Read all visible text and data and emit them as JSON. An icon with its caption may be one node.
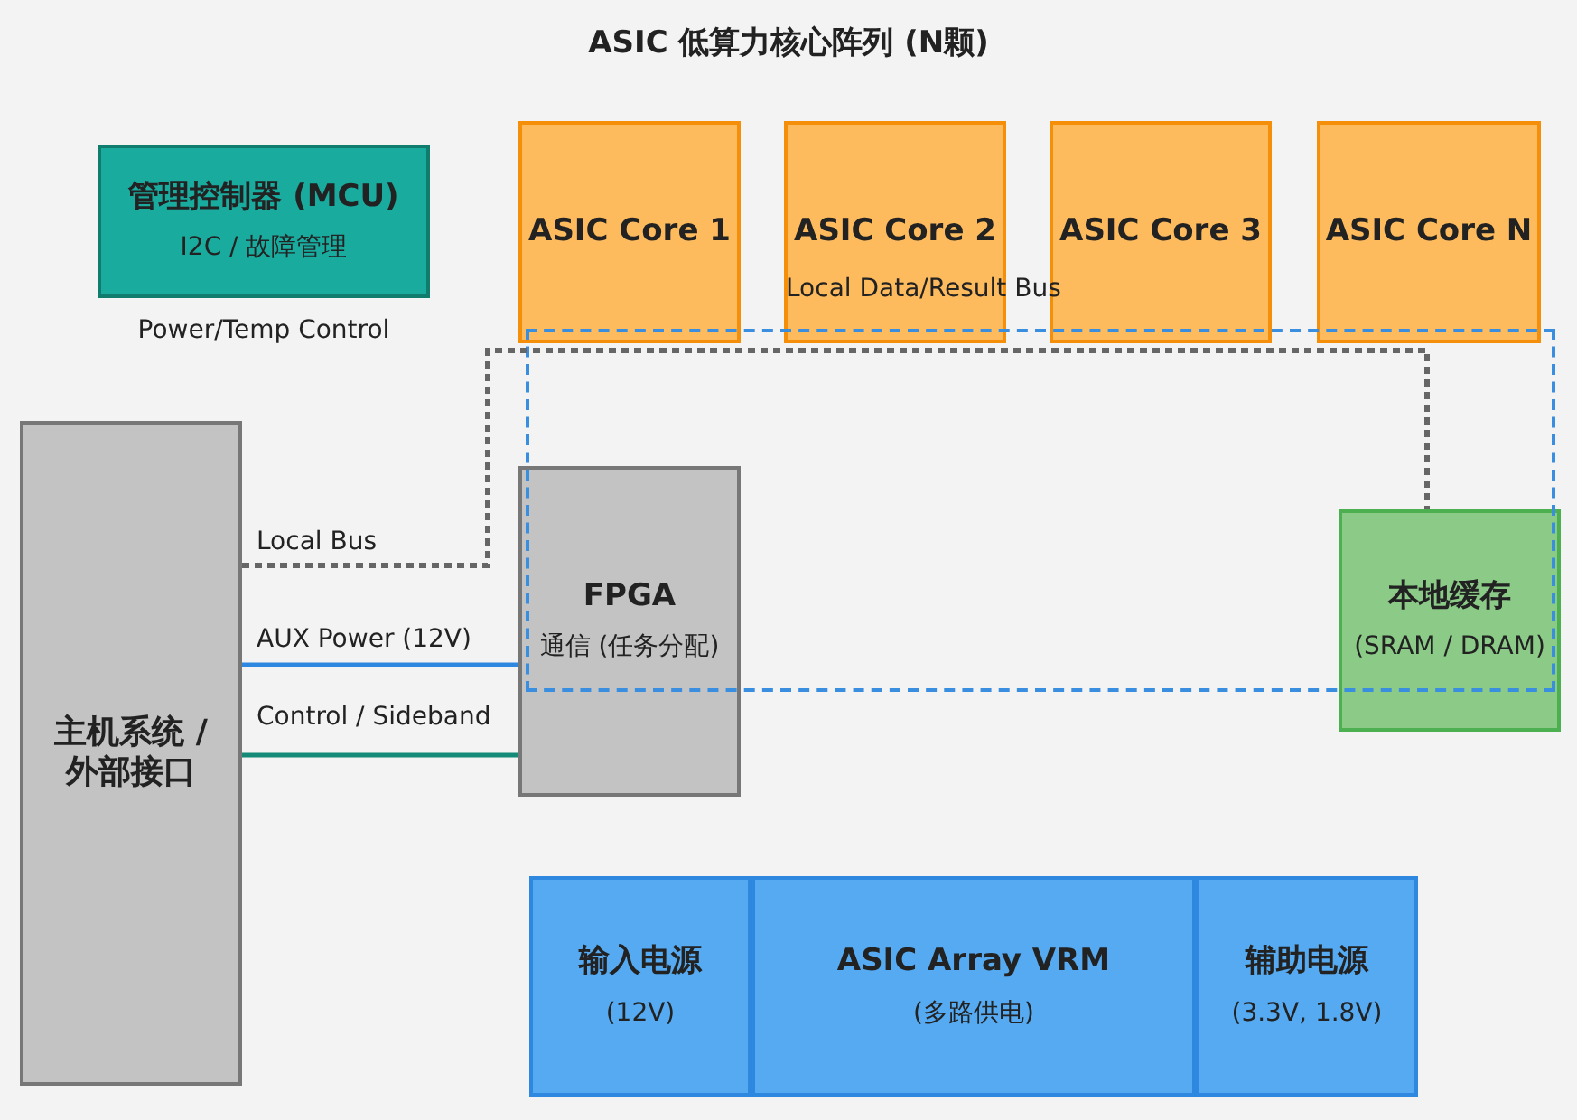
{
  "diagram": {
    "title": "ASIC 低算力核心阵列 (N颗)",
    "nodes": [
      {
        "text": [
          "管理控制器 (MCU)",
          "I2C / 故障管理"
        ],
        "beside": [
          "Power/Temp Control"
        ]
      },
      {
        "text": [
          "ASIC Core 1"
        ]
      },
      {
        "text": [
          "ASIC Core 2"
        ]
      },
      {
        "text": [
          "ASIC Core 3"
        ]
      },
      {
        "text": [
          "ASIC Core N"
        ]
      },
      {
        "text": [
          "主机系统 / 外部接口"
        ]
      },
      {
        "text": [
          "FPGA",
          "通信 (任务分配)"
        ]
      },
      {
        "text": [
          "本地缓存",
          "(SRAM / DRAM)"
        ]
      },
      {
        "text": [
          "输入电源",
          "(12V)"
        ]
      },
      {
        "text": [
          "ASIC Array VRM",
          "(多路供电)"
        ]
      },
      {
        "text": [
          "辅助电源",
          "(3.3V, 1.8V)"
        ]
      }
    ],
    "edges": [
      {
        "from": 5,
        "to": 7,
        "arrow": "none",
        "label": "Local Bus",
        "style": "dashed",
        "color": "#666666"
      },
      {
        "from": 5,
        "to": 6,
        "arrow": "none",
        "label": "AUX Power (12V)",
        "color": "#2f88e0"
      },
      {
        "from": 5,
        "to": 6,
        "arrow": "none",
        "label": "Control / Sideband",
        "color": "#148a78"
      }
    ],
    "labels": [
      "Local Data/Result Bus"
    ]
  }
}
